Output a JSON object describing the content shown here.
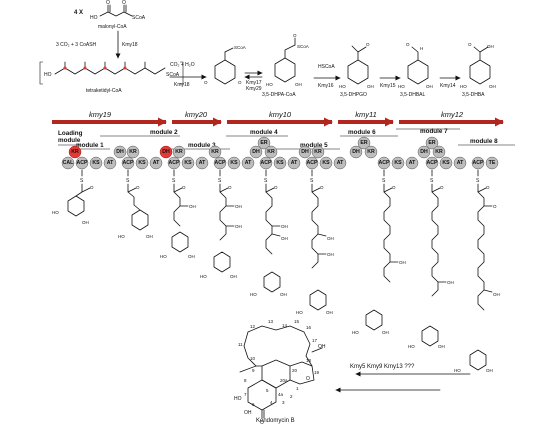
{
  "top": {
    "multiplier": "4 X",
    "malonyl_cooh": "HO",
    "malonyl_scoa": "SCoA",
    "malonyl_o1": "O",
    "malonyl_o2": "O",
    "malonyl_label": "malonyl-CoA",
    "co2_coash": "3 CO₂ + 3 CoASH",
    "kmy18_a": "Kmy18",
    "tetra_label": "tetraketidyl-CoA",
    "tetra_ho": "HO",
    "tetra_scoa": "SCoA",
    "co2_h2o": "CO₂ + H₂O",
    "kmy18_b": "Kmy18",
    "kmy17_29": "Kmy17\nKmy29",
    "dhpa_label": "3,5-DHPA-CoA",
    "hscoa": "HSCoA",
    "kmy16": "Kmy16",
    "dhpgo_label": "3,5-DHPGO",
    "kmy15": "Kmy15",
    "dhbal_label": "3,5-DHBAL",
    "kmy14": "Kmy14",
    "dhba_label": "3,5-DHBA",
    "oh": "OH",
    "ho": "HO",
    "o": "O",
    "h": "H",
    "scoa": "SCoA"
  },
  "genes": [
    "kmy19",
    "kmy20",
    "kmy10",
    "kmy11",
    "kmy12"
  ],
  "modules": {
    "loading": "Loading\nmodule",
    "m1": "module 1",
    "m2": "module 2",
    "m3": "module 3",
    "m4": "module 4",
    "m5": "module 5",
    "m6": "module 6",
    "m7": "module 7",
    "m8": "module 8"
  },
  "domains": {
    "CAL": "CAL",
    "KR": "KR",
    "ACP": "ACP",
    "KS": "KS",
    "AT": "AT",
    "DH": "DH",
    "ER": "ER",
    "TE": "TE"
  },
  "chain": {
    "s": "S",
    "o": "O",
    "oh": "OH",
    "ho": "HO"
  },
  "bottom": {
    "enzymes": "Kmy5 Kmy9 Kmy13 ???",
    "product": "Kendomycin B",
    "atom_numbers": [
      "13",
      "14",
      "15",
      "16",
      "12",
      "11",
      "10",
      "17",
      "9",
      "18",
      "19",
      "8",
      "20",
      "20a",
      "7",
      "6",
      "5",
      "4a",
      "1",
      "4",
      "3",
      "2"
    ],
    "oh": "OH",
    "o": "O",
    "ho": "HO"
  },
  "colors": {
    "arrow": "#b3261e",
    "domain": "#bdbdbd",
    "domain_highlight": "#e53935"
  }
}
